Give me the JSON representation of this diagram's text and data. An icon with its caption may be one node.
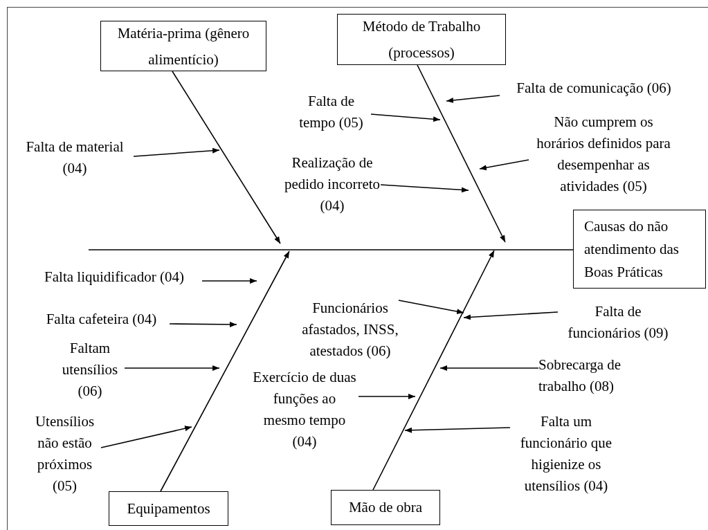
{
  "diagram": {
    "nodes": [
      {
        "text": [
          "Matéria-prima (gênero alimentício)"
        ]
      },
      {
        "text": [
          "Método de Trabalho (processos)"
        ]
      },
      {
        "text": [
          "Causas do não atendimento das Boas Práticas"
        ]
      },
      {
        "text": [
          "Equipamentos"
        ]
      },
      {
        "text": [
          "Mão de obra"
        ]
      },
      {
        "text": [
          "Falta de material (04)"
        ]
      },
      {
        "text": [
          "Falta de tempo (05)"
        ]
      },
      {
        "text": [
          "Falta de comunicação (06)"
        ]
      },
      {
        "text": [
          "Realização de pedido incorreto (04)"
        ]
      },
      {
        "text": [
          "Não cumprem os horários definidos para desempenhar as atividades (05)"
        ]
      },
      {
        "text": [
          "Falta liquidificador (04)"
        ]
      },
      {
        "text": [
          "Falta cafeteira (04)"
        ]
      },
      {
        "text": [
          "Faltam utensílios (06)"
        ]
      },
      {
        "text": [
          "Utensílios não estão próximos (05)"
        ]
      },
      {
        "text": [
          "Funcionários afastados, INSS, atestados (06)"
        ]
      },
      {
        "text": [
          "Falta de funcionários (09)"
        ]
      },
      {
        "text": [
          "Exercício de duas funções ao mesmo tempo (04)"
        ]
      },
      {
        "text": [
          "Sobrecarga de trabalho (08)"
        ]
      },
      {
        "text": [
          "Falta um funcionário que higienize os utensílios (04)"
        ]
      }
    ],
    "edges": [
      {
        "from": 0,
        "to": null,
        "arrow": "to"
      },
      {
        "from": 1,
        "to": null,
        "arrow": "to"
      },
      {
        "from": 3,
        "to": null,
        "arrow": "to"
      },
      {
        "from": 4,
        "to": null,
        "arrow": "to"
      },
      {
        "from": null,
        "to": 2,
        "arrow": "none"
      },
      {
        "from": 5,
        "to": null,
        "arrow": "to"
      },
      {
        "from": 6,
        "to": null,
        "arrow": "to"
      },
      {
        "from": 7,
        "to": null,
        "arrow": "to"
      },
      {
        "from": 8,
        "to": null,
        "arrow": "to"
      },
      {
        "from": 9,
        "to": null,
        "arrow": "to"
      },
      {
        "from": 10,
        "to": null,
        "arrow": "to"
      },
      {
        "from": 11,
        "to": null,
        "arrow": "to"
      },
      {
        "from": 12,
        "to": null,
        "arrow": "to"
      },
      {
        "from": 13,
        "to": null,
        "arrow": "to"
      },
      {
        "from": 14,
        "to": null,
        "arrow": "to"
      },
      {
        "from": 15,
        "to": null,
        "arrow": "to"
      },
      {
        "from": 16,
        "to": null,
        "arrow": "to"
      },
      {
        "from": 17,
        "to": null,
        "arrow": "to"
      },
      {
        "from": 18,
        "to": null,
        "arrow": "to"
      }
    ]
  }
}
